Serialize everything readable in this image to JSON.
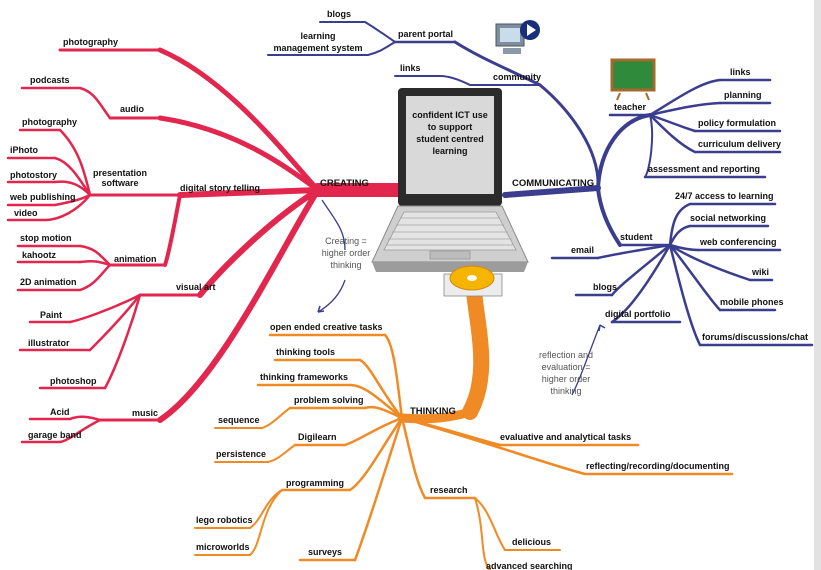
{
  "center": {
    "lines": [
      "confident ICT use",
      "to support",
      "student centred",
      "learning"
    ]
  },
  "creating": {
    "label": "CREATING",
    "color": "#e2264d",
    "digital_story_telling": "digital story telling",
    "photography_top": "photography",
    "podcasts": "podcasts",
    "audio": "audio",
    "photography": "photography",
    "iphoto": "iPhoto",
    "presentation_software": [
      "presentation",
      "software"
    ],
    "photostory": "photostory",
    "web_publishing": "web publishing",
    "video": "video",
    "stop_motion": "stop motion",
    "kahootz": "kahootz",
    "animation": "animation",
    "animation_2d": "2D animation",
    "visual_art": "visual art",
    "paint": "Paint",
    "illustrator": "illustrator",
    "photoshop": "photoshop",
    "acid": "Acid",
    "music": "music",
    "garage_band": "garage band"
  },
  "communicating": {
    "label": "COMMUNICATING",
    "color": "#3b3d8f",
    "blogs_top": "blogs",
    "lms": [
      "learning",
      "management system"
    ],
    "parent_portal": "parent portal",
    "community": "community",
    "links_top": "links",
    "teacher": "teacher",
    "links": "links",
    "planning": "planning",
    "policy": "policy formulation",
    "curriculum": "curriculum delivery",
    "assessment": "assessment and reporting",
    "student": "student",
    "access": "24/7 access to learning",
    "social": "social networking",
    "web_conf": "web conferencing",
    "wiki": "wiki",
    "email": "email",
    "mobile": "mobile phones",
    "blogs": "blogs",
    "forums": "forums/discussions/chat",
    "digital_portfolio": "digital portfolio"
  },
  "thinking": {
    "label": "THINKING",
    "color": "#f08a24",
    "open_ended": "open ended creative tasks",
    "thinking_tools": "thinking tools",
    "thinking_frameworks": "thinking frameworks",
    "problem_solving": "problem solving",
    "sequence": "sequence",
    "digilearn": "Digilearn",
    "persistence": "persistence",
    "programming": "programming",
    "lego": "lego robotics",
    "microworlds": "microworlds",
    "surveys": "surveys",
    "research": "research",
    "delicious": "delicious",
    "advanced_searching": "advanced searching",
    "evaluative": "evaluative and analytical tasks",
    "reflecting": "reflecting/recording/documenting"
  },
  "annotations": {
    "creating_note": [
      "Creating =",
      "higher order",
      "thinking"
    ],
    "reflection_note": [
      "reflection and",
      "evaluation =",
      "higher order",
      "thinking"
    ]
  },
  "icons": [
    "laptop-icon",
    "cd-disc-icon",
    "monitor-icon",
    "chalkboard-icon"
  ]
}
